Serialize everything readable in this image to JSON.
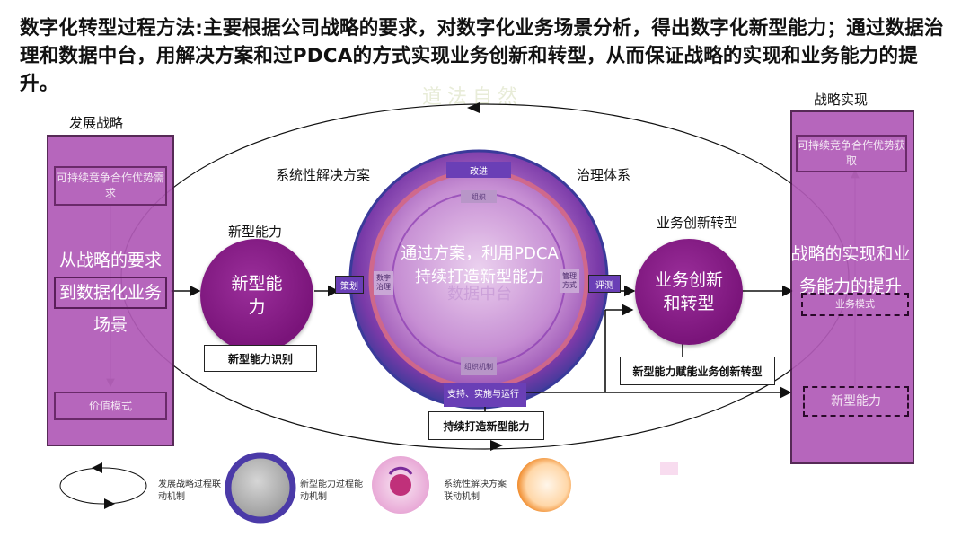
{
  "title": "数字化转型过程方法:主要根据公司战略的要求，对数字化业务场景分析，得出数字化新型能力；通过数据治理和数据中台，用解决方案和过PDCA的方式实现业务创新和转型，从而保证战略的实现和业务能力的提升。",
  "watermark": "道法自然",
  "left": {
    "header": "发展战略",
    "box_top": "可持续竞争合作优势需求",
    "big_text": "从战略的要求到数据化业务场景",
    "box_bottom": "价值模式"
  },
  "right": {
    "header": "战略实现",
    "box_top": "可持续竞争合作优势获取",
    "big_text": "战略的实现和业务能力的提升",
    "box_mid": "业务模式",
    "box_bottom": "新型能力"
  },
  "labels": {
    "system_solution": "系统性解决方案",
    "governance": "治理体系",
    "new_capability_heading": "新型能力",
    "innovation_heading": "业务创新转型"
  },
  "circles": {
    "new_capability": "新型能力",
    "innovation": "业务创新和转型",
    "center": "通过方案，利用PDCA持续打造新型能力",
    "center_faint": "数据中台"
  },
  "tags": {
    "improve": "改进",
    "plan": "策划",
    "evaluate": "评测",
    "support": "支持、实施与运行",
    "inner_org": "组织",
    "inner_left": "数字治理",
    "inner_right": "管理方式",
    "inner_bottom": "组织机制"
  },
  "boxes": {
    "identify": "新型能力识别",
    "continuous": "持续打造新型能力",
    "empower": "新型能力赋能业务创新转型"
  },
  "legend": [
    {
      "label": "发展战略过程联动机制"
    },
    {
      "label": "新型能力过程能动机制"
    },
    {
      "label": "系统性解决方案联动机制"
    }
  ],
  "colors": {
    "purple": "#b15bb7",
    "dark_purple": "#7a147a",
    "tag": "#6a3fb6"
  }
}
